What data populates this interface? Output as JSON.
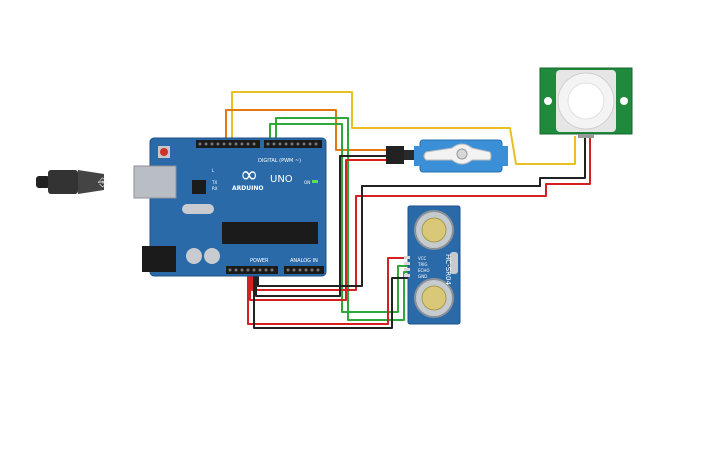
{
  "arduino": {
    "brand": "ARDUINO",
    "model": "UNO",
    "digital_label": "DIGITAL (PWM ~)",
    "power_label": "POWER",
    "analog_label": "ANALOG IN",
    "on_label": "ON",
    "tx_label": "TX",
    "rx_label": "RX",
    "l_label": "L"
  },
  "ultrasonic": {
    "model": "HC-SR04",
    "pins": [
      "VCC",
      "TRIG",
      "ECHO",
      "GND"
    ]
  },
  "colors": {
    "board": "#2a6aa8",
    "wire_red": "#d42020",
    "wire_black": "#222222",
    "wire_green": "#2fa83a",
    "wire_orange": "#e07a10",
    "wire_yellow": "#e8c020",
    "pir_board": "#1f8a3c",
    "servo": "#3a8fd6"
  }
}
